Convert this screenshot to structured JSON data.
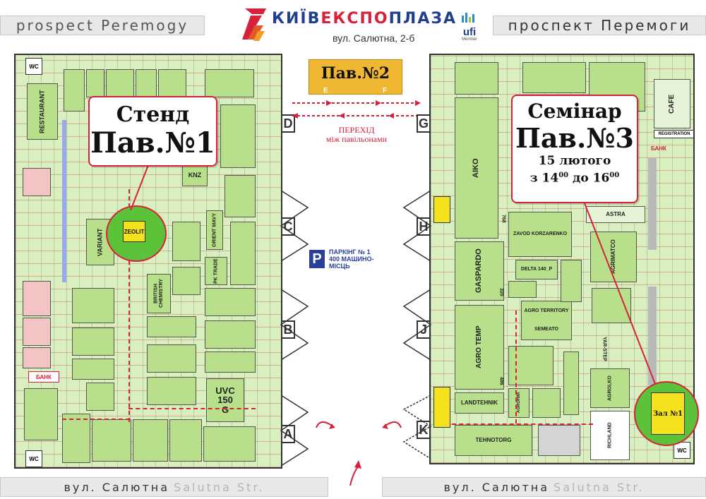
{
  "header": {
    "logo_name": "КИЇВЕКСПОПЛАЗА",
    "logo_part1": "КИЇВ",
    "logo_part2": "ЕКСПО",
    "logo_part3": "ПЛАЗА",
    "address": "вул. Салютна, 2-б",
    "ufi_label": "ufi",
    "ufi_sub": "Member",
    "street_left": "prospect Peremogy",
    "street_right": "проспект Перемоги"
  },
  "footer": {
    "street_left_ua": "вул. Салютна",
    "street_left_en": "Salutna Str.",
    "street_right_ua": "вул. Салютна",
    "street_right_en": "Salutna Str."
  },
  "pavilion2": {
    "label": "Пав.№2",
    "gate_e": "E",
    "gate_f": "F"
  },
  "passage": {
    "line1": "ПЕРЕХІД",
    "line2": "між павільонами"
  },
  "parking": {
    "icon": "P",
    "line1": "ПАРКІНГ № 1",
    "line2": "400 МАШИНО-",
    "line3": "МІСЦЬ"
  },
  "callout_left": {
    "line1": "Стенд",
    "line2": "Пав.№1"
  },
  "callout_right": {
    "line1": "Семінар",
    "line2": "Пав.№3",
    "line3": "15 лютого",
    "line4_pre": "з 14",
    "sup1": "00",
    "line4_mid": " до 16",
    "sup2": "00"
  },
  "highlight_left": {
    "label": "ZEOLIT"
  },
  "highlight_right": {
    "label": "Зал №1"
  },
  "gates_left": [
    "D",
    "C",
    "B",
    "A"
  ],
  "gates_right": [
    "G",
    "H",
    "J",
    "K"
  ],
  "labels_left": {
    "restaurant": "RESTAURANT",
    "wc_top": "WC",
    "wc_bottom": "WC",
    "bank": "БАНК",
    "uvc": "UVC",
    "uvc_num": "150",
    "uvc_g": "G",
    "variant": "VARIANT",
    "knz": "KNZ",
    "british": "BRITISH CHEMISTRY",
    "orient": "ORIENT MAVY",
    "pk_trade": "PK TRADE"
  },
  "labels_right": {
    "cafe": "CAFE",
    "registration": "REGISTRATION",
    "bank": "БАНК",
    "aiko": "AIKO",
    "gaspardo": "GASPARDO",
    "agro_temp": "AGRO TEMP",
    "landtehnik": "LANDTEHNIK",
    "tehnotorg": "TEHNOTORG",
    "zavod": "ZAVOD KORZARENKO",
    "delta": "DELTA 140_P",
    "agro_territory": "AGRO TERRITORY",
    "semeato": "SEMEATO",
    "astra": "ASTRA",
    "agrimatco": "AGRIMATCO",
    "yar_step": "YAR-STEP",
    "agrolko": "AGROLKO",
    "richland": "RICHLAND",
    "agrolife": "AGROHIM",
    "num_768": "768",
    "num_320": "320",
    "num_486": "486",
    "wc": "WC"
  },
  "colors": {
    "red": "#d6213a",
    "green_stand": "#b8e08a",
    "green_hall": "#d9efc0",
    "pav2_orange": "#efb732",
    "highlight_green": "#5cc23a",
    "yellow": "#f4e21c",
    "parking_blue": "#2a3f9a"
  }
}
